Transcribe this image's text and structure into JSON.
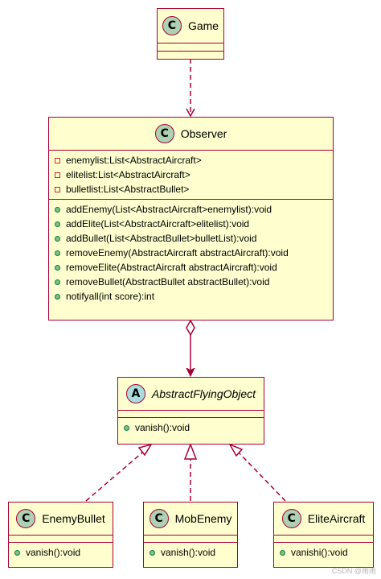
{
  "classes": {
    "game": {
      "badge": "C",
      "name": "Game"
    },
    "observer": {
      "badge": "C",
      "name": "Observer",
      "fields": [
        "enemylist:List<AbstractAircraft>",
        "elitelist:List<AbstractAircraft>",
        "bulletlist:List<AbstractBullet>"
      ],
      "methods": [
        "addEnemy(List<AbstractAircraft>enemylist):void",
        "addElite(List<AbstractAircraft>elitelist):void",
        "addBullet(List<AbstractBullet>bulletList):void",
        "removeEnemy(AbstractAircraft abstractAircraft):void",
        "removeElite(AbstractAircraft abstractAircraft):void",
        "removeBullet(AbstractBullet abstractBullet):void",
        "notifyall(int score):int"
      ]
    },
    "abstract_flying_object": {
      "badge": "A",
      "name": "AbstractFlyingObject",
      "methods": [
        "vanish():void"
      ]
    },
    "enemy_bullet": {
      "badge": "C",
      "name": "EnemyBullet",
      "methods": [
        "vanish():void"
      ]
    },
    "mob_enemy": {
      "badge": "C",
      "name": "MobEnemy",
      "methods": [
        "vanish():void"
      ]
    },
    "elite_aircraft": {
      "badge": "C",
      "name": "EliteAircraft",
      "methods": [
        "vanishi():void"
      ]
    }
  },
  "colors": {
    "class_fill": "#FEFECE",
    "class_border": "#A80036",
    "class_badge": "#ADD1B2",
    "abstract_badge": "#A9DCDF",
    "method_dot": "#84BE84",
    "field_square": "#C82930"
  },
  "watermark": "CSDN @雨雨"
}
